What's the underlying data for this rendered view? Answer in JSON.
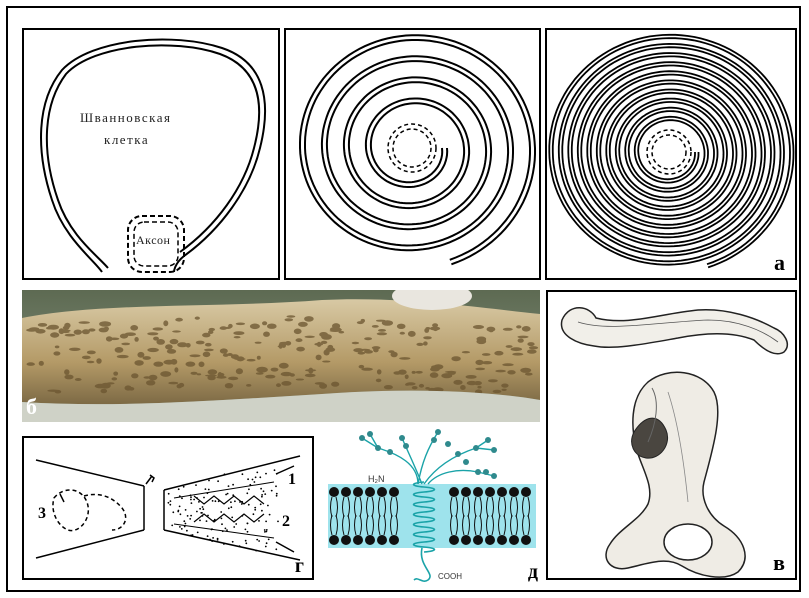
{
  "figure": {
    "panel_a": {
      "letter": "а",
      "schwann_label_line1": "Шванновская",
      "schwann_label_line2": "клетка",
      "axon_label": "Аксон"
    },
    "panel_b": {
      "letter": "б"
    },
    "panel_v": {
      "letter": "в"
    },
    "panel_g": {
      "letter": "г",
      "callouts": [
        "1",
        "2",
        "3"
      ]
    },
    "panel_d": {
      "letter": "д",
      "n_terminus": "H₂N",
      "c_terminus": "COOH"
    }
  }
}
